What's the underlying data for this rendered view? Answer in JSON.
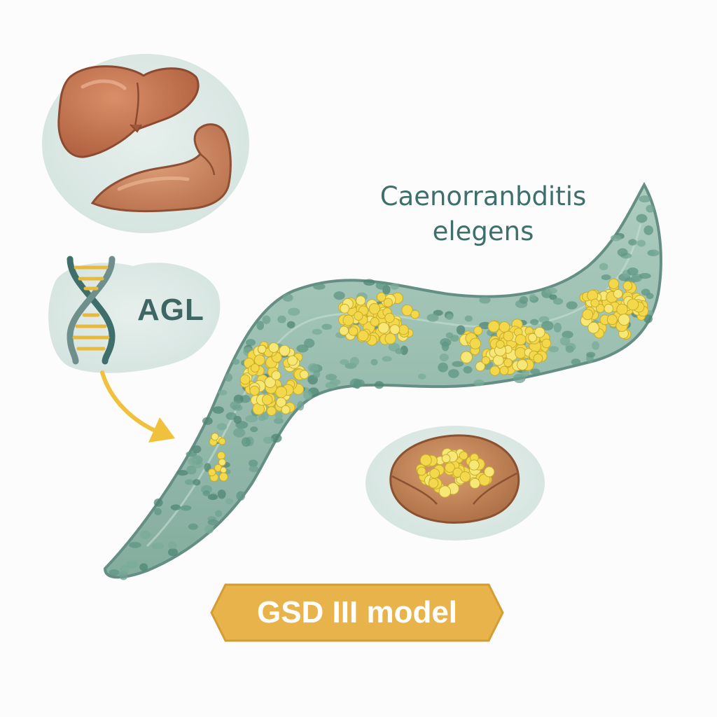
{
  "species": {
    "line1": "Caenorranbditis",
    "line2": "elegens"
  },
  "gene": {
    "label": "AGL"
  },
  "badge": {
    "label": "GSD III model"
  },
  "icons": {
    "organs": [
      "liver-icon",
      "muscle-icon"
    ],
    "gene": "dna-icon",
    "arrow": "curved-arrow-icon",
    "organism": "worm-icon",
    "accumulation": "glycogen-laden-tissue-icon"
  },
  "colors": {
    "worm_body": "#8fb8a8",
    "worm_outline": "#5d8a7f",
    "glycogen": "#f2d84a",
    "tissue": "#c98a5e",
    "badge": "#e8b34a",
    "text": "#3f6f6a",
    "arrow": "#f0c13c"
  }
}
